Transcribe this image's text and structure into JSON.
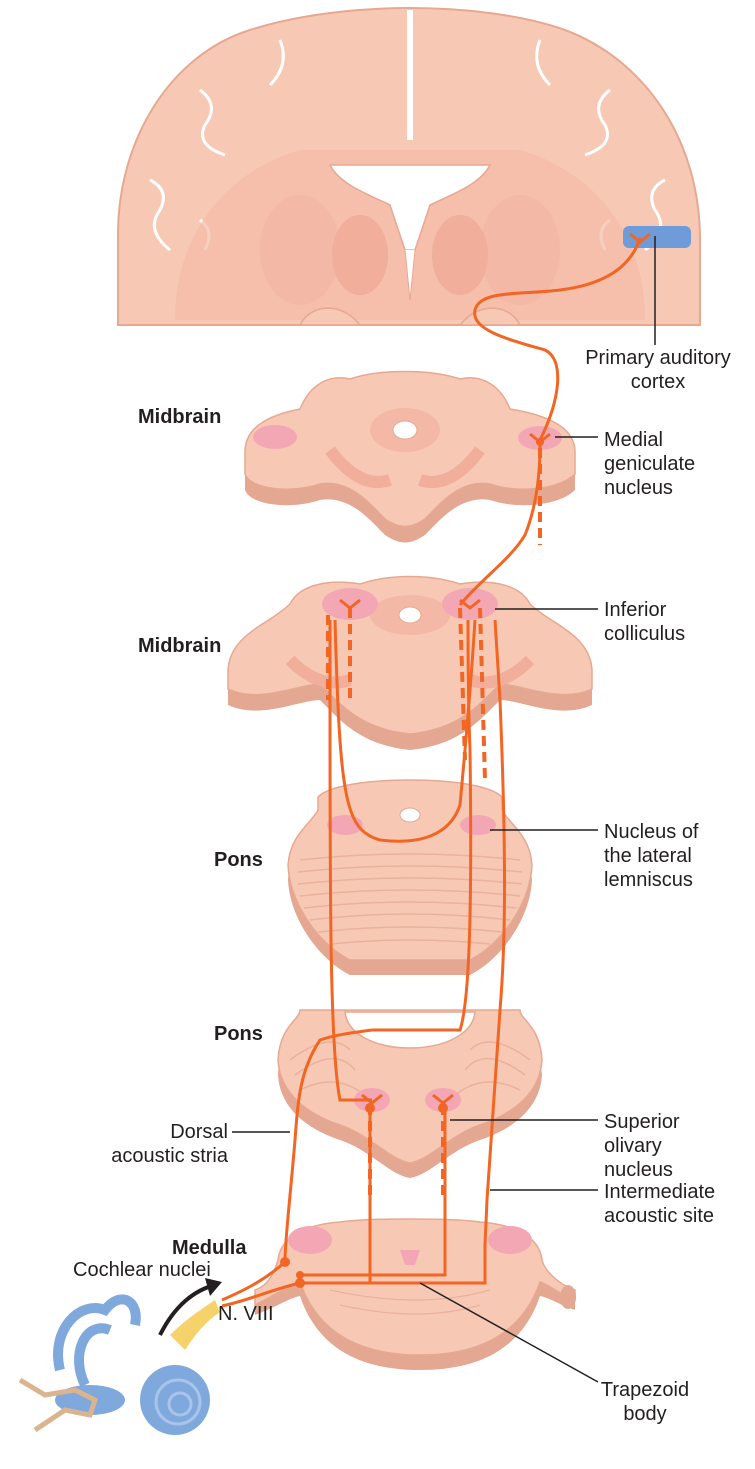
{
  "section_labels": {
    "midbrain_upper": "Midbrain",
    "midbrain_lower": "Midbrain",
    "pons_upper": "Pons",
    "pons_lower": "Pons",
    "medulla": "Medulla"
  },
  "callouts": {
    "primary_auditory_cortex": "Primary auditory\ncortex",
    "medial_geniculate_nucleus": "Medial\ngeniculate\nnucleus",
    "inferior_colliculus": "Inferior\ncolliculus",
    "nucleus_lateral_lemniscus": "Nucleus of\nthe lateral\nlemniscus",
    "superior_olivary_nucleus": "Superior\nolivary\nnucleus",
    "intermediate_acoustic_site": "Intermediate\nacoustic site",
    "dorsal_acoustic_stria": "Dorsal\nacoustic stria",
    "cochlear_nuclei": "Cochlear nuclei",
    "n_viii": "N. VIII",
    "trapezoid_body": "Trapezoid\nbody"
  },
  "colors": {
    "tissue": "#f7c9b5",
    "tissue_edge": "#e6a891",
    "tissue_side": "#e4a791",
    "inner_structure": "#f4b8a6",
    "nucleus_pink": "#f3a7b5",
    "pathway": "#f26522",
    "cortex_blue": "#6f9bd8",
    "ear_blue": "#7fa9dc",
    "nerve_yellow": "#f6d36a",
    "leader": "#231f20"
  }
}
